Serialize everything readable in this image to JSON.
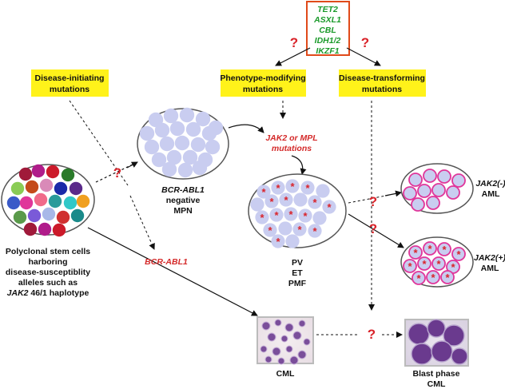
{
  "genes_box": {
    "genes": [
      "TET2",
      "ASXL1",
      "CBL",
      "IDH1/2",
      "IKZF1"
    ]
  },
  "mutation_labels": {
    "initiating": [
      "Disease-initiating",
      "mutations"
    ],
    "modifying": [
      "Phenotype-modifying",
      "mutations"
    ],
    "transforming": [
      "Disease-transforming",
      "mutations"
    ]
  },
  "question_mark": "?",
  "polyclonal": {
    "lines": [
      "Polyclonal stem cells",
      "harboring",
      "disease-susceptiblity",
      "alleles such as"
    ],
    "last_line_italic": "JAK2",
    "last_line_rest": " 46/1 haplotype"
  },
  "bcr_abl1_negative": {
    "gene": "BCR-ABL1",
    "lines": [
      "negative",
      "MPN"
    ]
  },
  "jak2_mpl": [
    "JAK2 or MPL",
    "mutations"
  ],
  "bcr_abl1_arrow": "BCR-ABL1",
  "mpn_types": [
    "PV",
    "ET",
    "PMF"
  ],
  "aml_neg": {
    "gene": "JAK2(-)",
    "label": "AML"
  },
  "aml_pos": {
    "gene": "JAK2(+)",
    "label": "AML"
  },
  "cml": "CML",
  "blast_phase": [
    "Blast phase",
    "CML"
  ],
  "cell_marker": "*",
  "colors": {
    "red": "#d9232a",
    "green": "#1a9a2a",
    "yellow": "#fff21a",
    "cell": "#c9cdf0",
    "magenta": "#e0369a"
  }
}
